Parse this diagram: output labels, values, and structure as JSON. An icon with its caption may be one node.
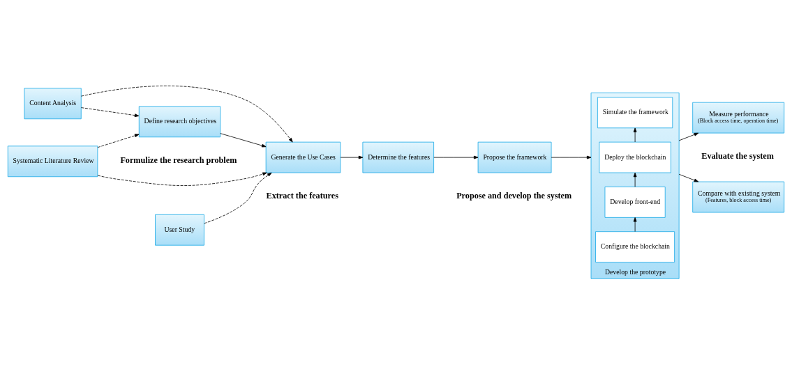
{
  "diagram": {
    "nodes": [
      {
        "text": [
          "Define research objectives"
        ]
      },
      {
        "text": [
          "Content Analysis"
        ]
      },
      {
        "text": [
          "Systematic Literature Review"
        ]
      },
      {
        "text": [
          "Generate the Use Cases"
        ]
      },
      {
        "text": [
          "User Study"
        ]
      },
      {
        "text": [
          "Determine the features"
        ]
      },
      {
        "text": [
          "Propose the framework"
        ]
      },
      {
        "text": [
          "Develop the prototype"
        ]
      },
      {
        "text": [
          "Configure the blockchain"
        ],
        "in": 7
      },
      {
        "text": [
          "Develop front-end"
        ],
        "in": 7
      },
      {
        "text": [
          "Deploy the blockchain"
        ],
        "in": 7
      },
      {
        "text": [
          "Simulate the framework"
        ],
        "in": 7
      },
      {
        "text": [
          "Measure performance",
          "(Block access time, operation time)"
        ]
      },
      {
        "text": [
          "Compare with existing system",
          "(Features, block access time)"
        ]
      }
    ],
    "edges": [
      {
        "from": 0,
        "to": 3,
        "arrow": "to"
      },
      {
        "from": 1,
        "to": 0,
        "arrow": "to",
        "style": "dashed"
      },
      {
        "from": 1,
        "to": 3,
        "arrow": "to",
        "style": "dashed"
      },
      {
        "from": 2,
        "to": 0,
        "arrow": "to",
        "style": "dashed"
      },
      {
        "from": 2,
        "to": 3,
        "arrow": "to",
        "style": "dashed"
      },
      {
        "from": 4,
        "to": 3,
        "arrow": "to",
        "style": "dashed"
      },
      {
        "from": 3,
        "to": 5,
        "arrow": "to"
      },
      {
        "from": 5,
        "to": 6,
        "arrow": "to"
      },
      {
        "from": 6,
        "to": 7,
        "arrow": "to"
      },
      {
        "from": 8,
        "to": 9,
        "arrow": "to"
      },
      {
        "from": 9,
        "to": 10,
        "arrow": "to"
      },
      {
        "from": 10,
        "to": 11,
        "arrow": "to"
      },
      {
        "from": 7,
        "to": 12,
        "arrow": "to"
      },
      {
        "from": 7,
        "to": 13,
        "arrow": "to"
      }
    ],
    "labels": [
      "Formulize the research problem",
      "Extract the features",
      "Propose and develop the system",
      "Evaluate the system"
    ]
  }
}
